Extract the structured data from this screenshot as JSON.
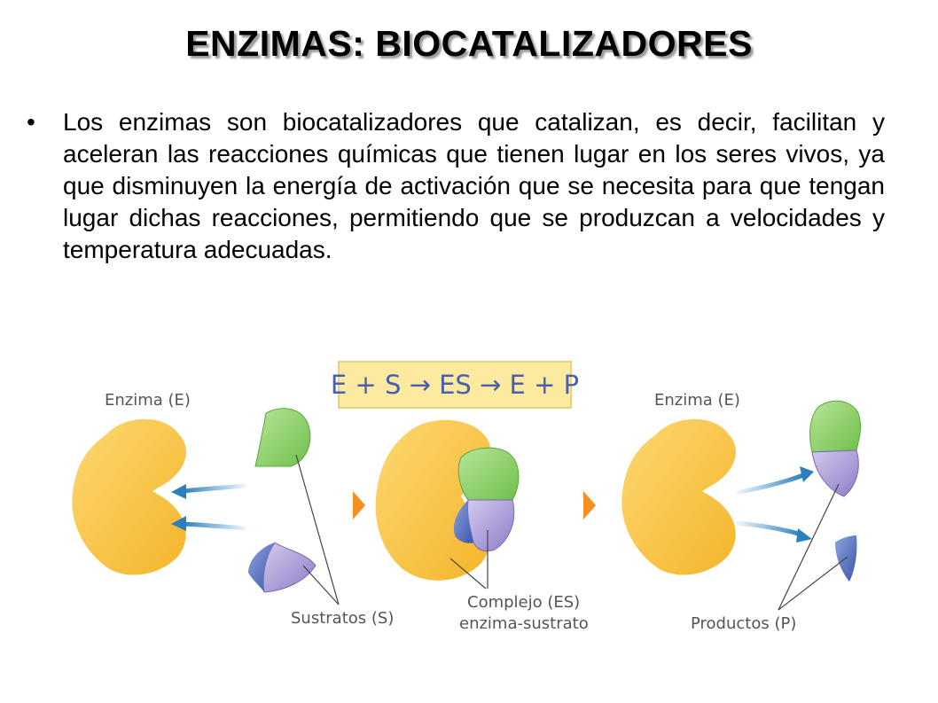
{
  "title": "ENZIMAS: BIOCATALIZADORES",
  "bullet": "Los enzimas son biocatalizadores que catalizan, es decir, facilitan y aceleran las reacciones químicas que tienen lugar en los seres vivos, ya que disminuyen la energía de activación que se necesita para que tengan lugar dichas reacciones, permitiendo que se produzcan a velocidades y temperatura adecuadas.",
  "diagram": {
    "equation": "E + S → ES → E + P",
    "enzyme_label_left": "Enzima (E)",
    "enzyme_label_right": "Enzima (E)",
    "substrates_label": "Sustratos (S)",
    "complex_label_1": "Complejo (ES)",
    "complex_label_2": "enzima-sustrato",
    "products_label": "Productos (P)"
  },
  "colors": {
    "enzyme": "#f9c23c",
    "green_substrate": "#8fcf6a",
    "purple_substrate": "#a99bd6",
    "blue_substrate": "#5a74c2",
    "arrow_blue": "#2b7fbf",
    "arrow_orange": "#f5a030",
    "equation_box": "#fbeaa0"
  }
}
